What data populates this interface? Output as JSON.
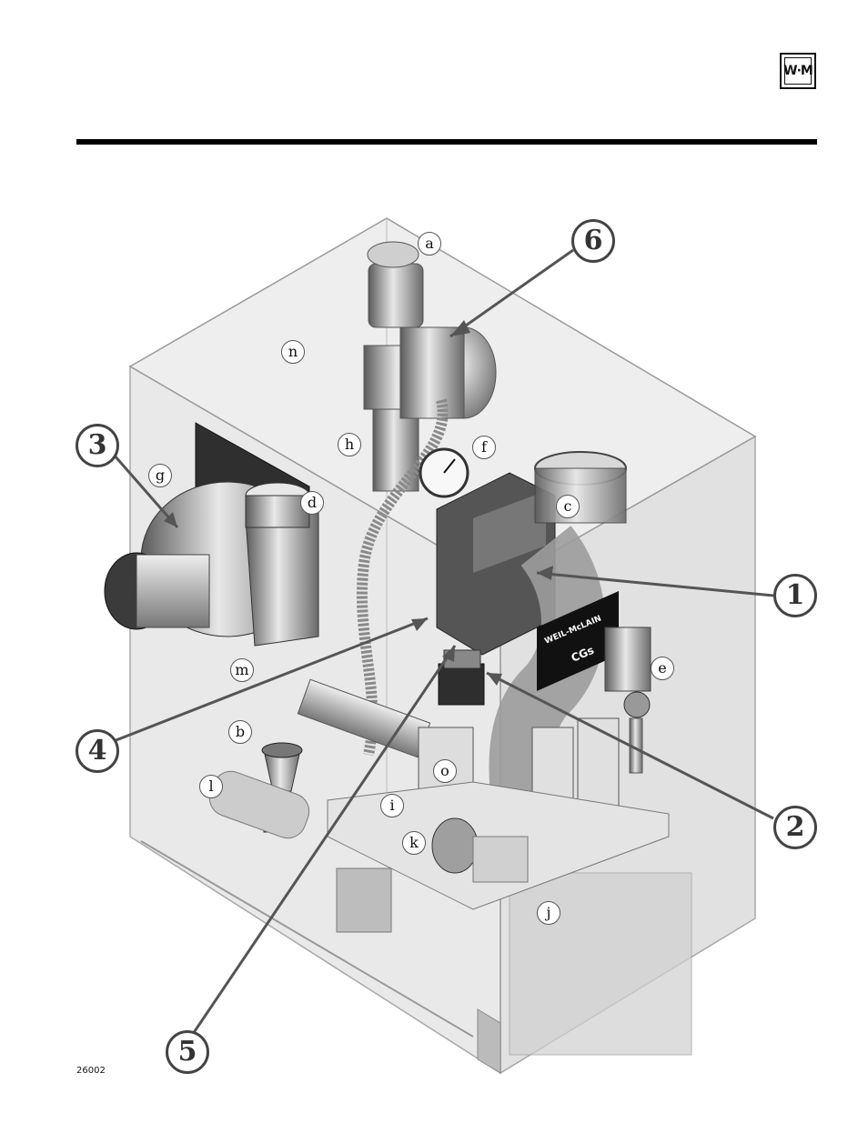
{
  "header": {
    "logo_text": "W·M"
  },
  "diagram": {
    "letter_callouts": [
      "a",
      "n",
      "h",
      "f",
      "g",
      "d",
      "c",
      "m",
      "e",
      "b",
      "o",
      "l",
      "i",
      "k",
      "j"
    ],
    "number_callouts": [
      "6",
      "3",
      "1",
      "4",
      "2",
      "5"
    ],
    "badge_brand": "WEIL-McLAIN",
    "badge_model": "CGs"
  },
  "figure_number": "26002"
}
